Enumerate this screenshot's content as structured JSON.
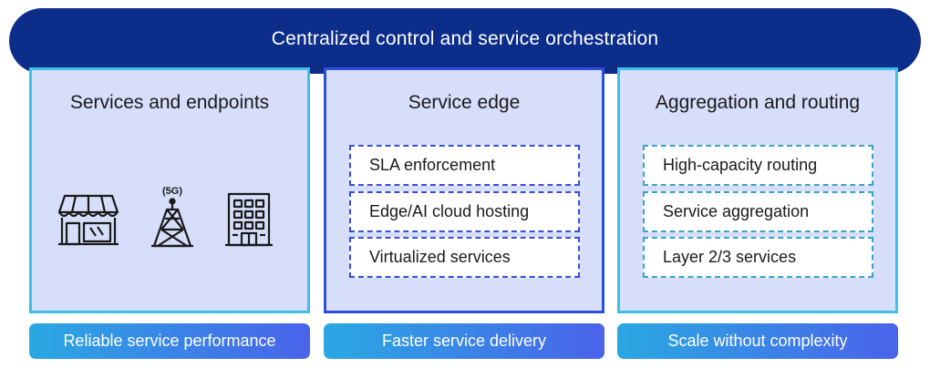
{
  "header": {
    "title": "Centralized control and service orchestration"
  },
  "panels": [
    {
      "title": "Services and endpoints",
      "icons": [
        "storefront-icon",
        "cell-tower-5g-icon",
        "office-building-icon"
      ],
      "tower_label": "(5G)"
    },
    {
      "title": "Service edge",
      "items": [
        "SLA enforcement",
        "Edge/AI cloud hosting",
        "Virtualized services"
      ]
    },
    {
      "title": "Aggregation and routing",
      "items": [
        "High-capacity routing",
        "Service aggregation",
        "Layer 2/3 services"
      ]
    }
  ],
  "benefits": [
    "Reliable service performance",
    "Faster service delivery",
    "Scale without complexity"
  ],
  "colors": {
    "banner": "#0c2d8a",
    "panel_fill": "#d6defa",
    "panel_border_light": "#3fc0e8",
    "panel_border_dark": "#2f4fd6",
    "pill_gradient_start": "#2aa8e2",
    "pill_gradient_end": "#4a63ea"
  }
}
